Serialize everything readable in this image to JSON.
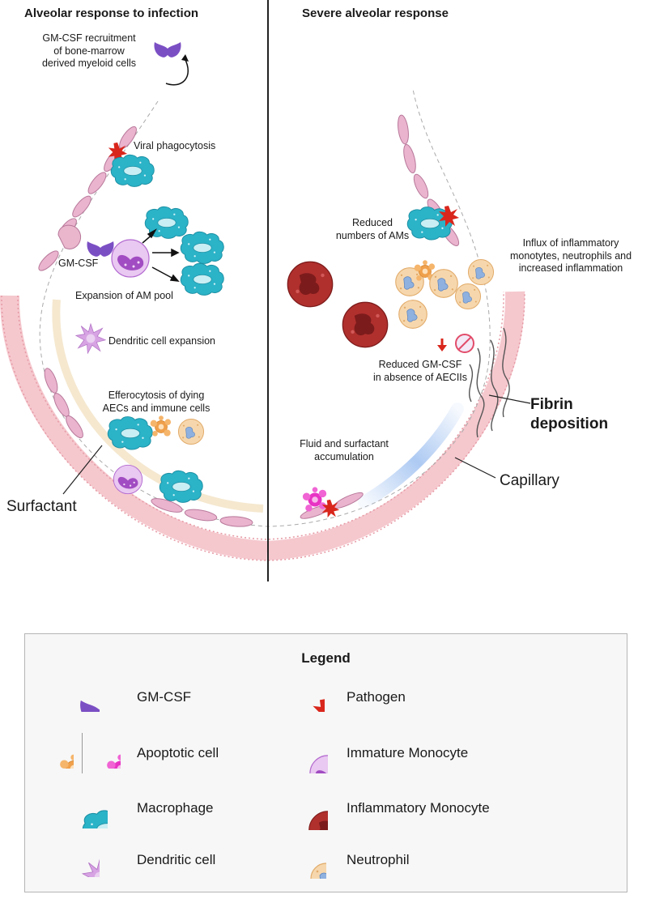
{
  "left_panel": {
    "title": "Alveolar response to infection",
    "gmcsf_recruitment": [
      "GM-CSF recruitment",
      "of bone-marrow",
      "derived myeloid cells"
    ],
    "viral_phagocytosis": "Viral phagocytosis",
    "gmcsf_label": "GM-CSF",
    "expansion_am_pool": "Expansion of AM pool",
    "dendritic_expansion": "Dendritic cell expansion",
    "efferocytosis": [
      "Efferocytosis of dying",
      "AECs and immune cells"
    ],
    "surfactant": "Surfactant"
  },
  "right_panel": {
    "title": "Severe alveolar response",
    "reduced_ams": [
      "Reduced",
      "numbers of AMs"
    ],
    "influx": [
      "Influx of inflammatory",
      "monotytes, neutrophils and",
      "increased inflammation"
    ],
    "reduced_gmcsf": [
      "Reduced GM-CSF",
      "in absence of AECIIs"
    ],
    "fibrin": "Fibrin deposition",
    "fluid": [
      "Fluid and surfactant",
      "accumulation"
    ],
    "capillary": "Capillary"
  },
  "legend": {
    "title": "Legend",
    "items": [
      {
        "label": "GM-CSF",
        "icon": "gm-csf-icon"
      },
      {
        "label": "Pathogen",
        "icon": "pathogen-icon"
      },
      {
        "label": "Apoptotic cell",
        "icon": "apoptotic-cell-icon"
      },
      {
        "label": "Immature Monocyte",
        "icon": "immature-monocyte-icon"
      },
      {
        "label": "Macrophage",
        "icon": "macrophage-icon"
      },
      {
        "label": "Inflammatory Monocyte",
        "icon": "inflammatory-monocyte-icon"
      },
      {
        "label": "Dendritic cell",
        "icon": "dendritic-cell-icon"
      },
      {
        "label": "Neutrophil",
        "icon": "neutrophil-icon"
      }
    ]
  },
  "colors": {
    "gmcsf": "#7b4fc4",
    "pathogen": "#d9261c",
    "macrophage": "#2bb3c8",
    "immature_monocyte": "#b36ad0",
    "inflammatory_monocyte": "#a8262b",
    "neutrophil": "#f1c48a",
    "dendritic": "#c98ad8",
    "apoptotic_orange": "#f0a04b",
    "apoptotic_pink": "#e834c4",
    "capillary": "#f2b8c0",
    "epithelium": "#e7a9c6",
    "fluid": "#a9c7f2"
  }
}
